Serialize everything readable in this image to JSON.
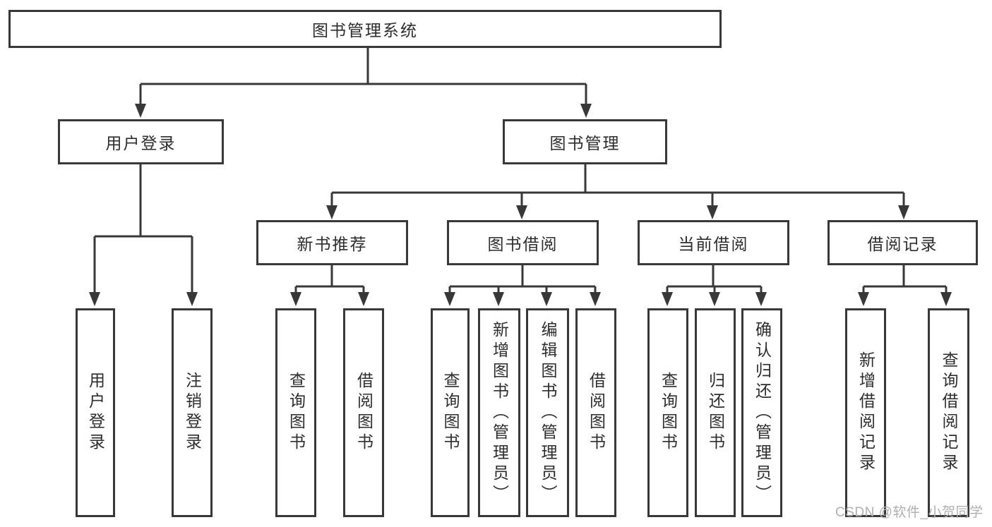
{
  "diagram": {
    "title_node": "图书管理系统",
    "level2": {
      "user_login": "用户登录",
      "book_mgmt": "图书管理"
    },
    "level3": {
      "new_book_rec": "新书推荐",
      "book_borrow": "图书借阅",
      "current_borrow": "当前借阅",
      "borrow_record": "借阅记录"
    },
    "leaves": {
      "user_login_leaf": "用户登录",
      "logout_leaf": "注销登录",
      "nb_query": "查询图书",
      "nb_borrow": "借阅图书",
      "bb_query": "查询图书",
      "bb_add": "新增图书（管理员）",
      "bb_edit": "编辑图书（管理员）",
      "bb_borrow": "借阅图书",
      "cb_query": "查询图书",
      "cb_return": "归还图书",
      "cb_confirm": "确认归还（管理员）",
      "rec_add": "新增借阅记录",
      "rec_query": "查询借阅记录"
    },
    "colors": {
      "line": "#383838",
      "text": "#2d2d2d",
      "watermark": "#afafaf",
      "background": "#ffffff"
    }
  },
  "watermark": "CSDN @软件_小贺同学"
}
